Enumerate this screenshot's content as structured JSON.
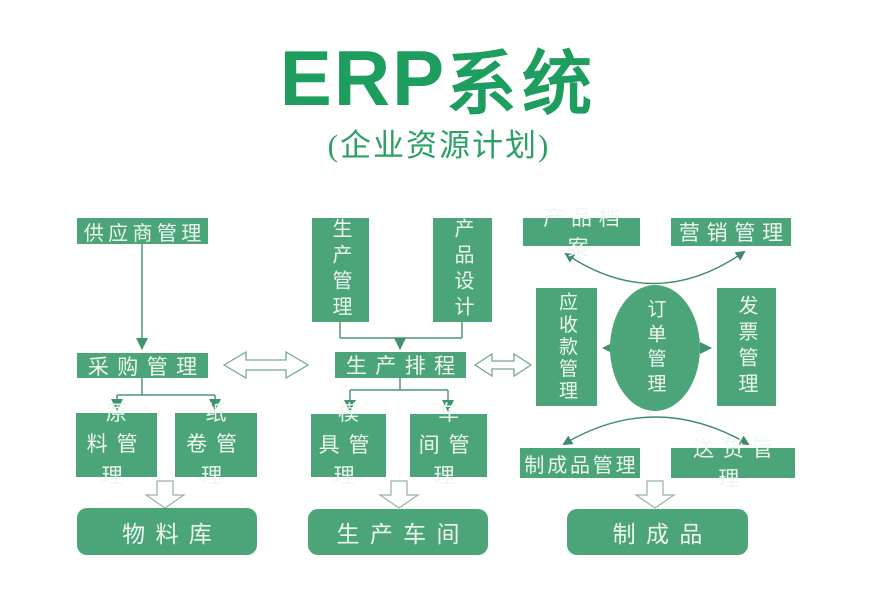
{
  "title": {
    "main_latin": "ERP",
    "main_cjk": "系统",
    "subtitle": "(企业资源计划)"
  },
  "colors": {
    "node_fill": "#4ba578",
    "title_green": "#1d9e5f",
    "arrow_green": "#3f946e",
    "outline_arrow_stroke": "#79a98e",
    "node_text": "#eef7f1"
  },
  "nodes": {
    "supplier": "供应商管理",
    "production_mgmt": "生产管理",
    "product_design": "产品设计",
    "product_archive": "产品档案",
    "marketing": "营销管理",
    "purchasing": "采购管理",
    "scheduling": "生产排程",
    "receivables": "应收款管理",
    "order_mgmt": "订单管理",
    "invoice": "发票管理",
    "raw_material": "原料管理",
    "paper_roll": "纸卷管理",
    "mold": "模具管理",
    "workshop_mgmt": "车间管理",
    "finished_mgmt": "制成品管理",
    "delivery": "送货管理",
    "material_warehouse": "物料库",
    "production_workshop": "生产车间",
    "finished_goods": "制成品"
  },
  "edges": [
    {
      "from": "供应商管理",
      "to": "采购管理",
      "style": "arrow"
    },
    {
      "from": "采购管理",
      "to": "原料管理",
      "style": "arrow"
    },
    {
      "from": "采购管理",
      "to": "纸卷管理",
      "style": "arrow"
    },
    {
      "from": "采购管理",
      "to": "生产排程",
      "style": "double-block-arrow"
    },
    {
      "from": "生产管理",
      "to": "生产排程",
      "style": "arrow"
    },
    {
      "from": "产品设计",
      "to": "生产排程",
      "style": "arrow"
    },
    {
      "from": "生产排程",
      "to": "模具管理",
      "style": "arrow"
    },
    {
      "from": "生产排程",
      "to": "车间管理",
      "style": "arrow"
    },
    {
      "from": "生产排程",
      "to": "应收款管理",
      "style": "double-block-arrow"
    },
    {
      "from": "原料管理/纸卷管理",
      "to": "物料库",
      "style": "hollow-block-arrow"
    },
    {
      "from": "模具管理/车间管理",
      "to": "生产车间",
      "style": "hollow-block-arrow"
    },
    {
      "from": "订单管理",
      "to": "产品档案",
      "style": "curved-arrow"
    },
    {
      "from": "订单管理",
      "to": "营销管理",
      "style": "curved-arrow"
    },
    {
      "from": "订单管理",
      "to": "应收款管理",
      "style": "arrow"
    },
    {
      "from": "订单管理",
      "to": "发票管理",
      "style": "arrow"
    },
    {
      "from": "订单管理",
      "to": "制成品管理",
      "style": "curved-arrow"
    },
    {
      "from": "订单管理",
      "to": "送货管理",
      "style": "curved-arrow"
    },
    {
      "from": "制成品管理",
      "to": "制成品",
      "style": "hollow-block-arrow"
    }
  ]
}
